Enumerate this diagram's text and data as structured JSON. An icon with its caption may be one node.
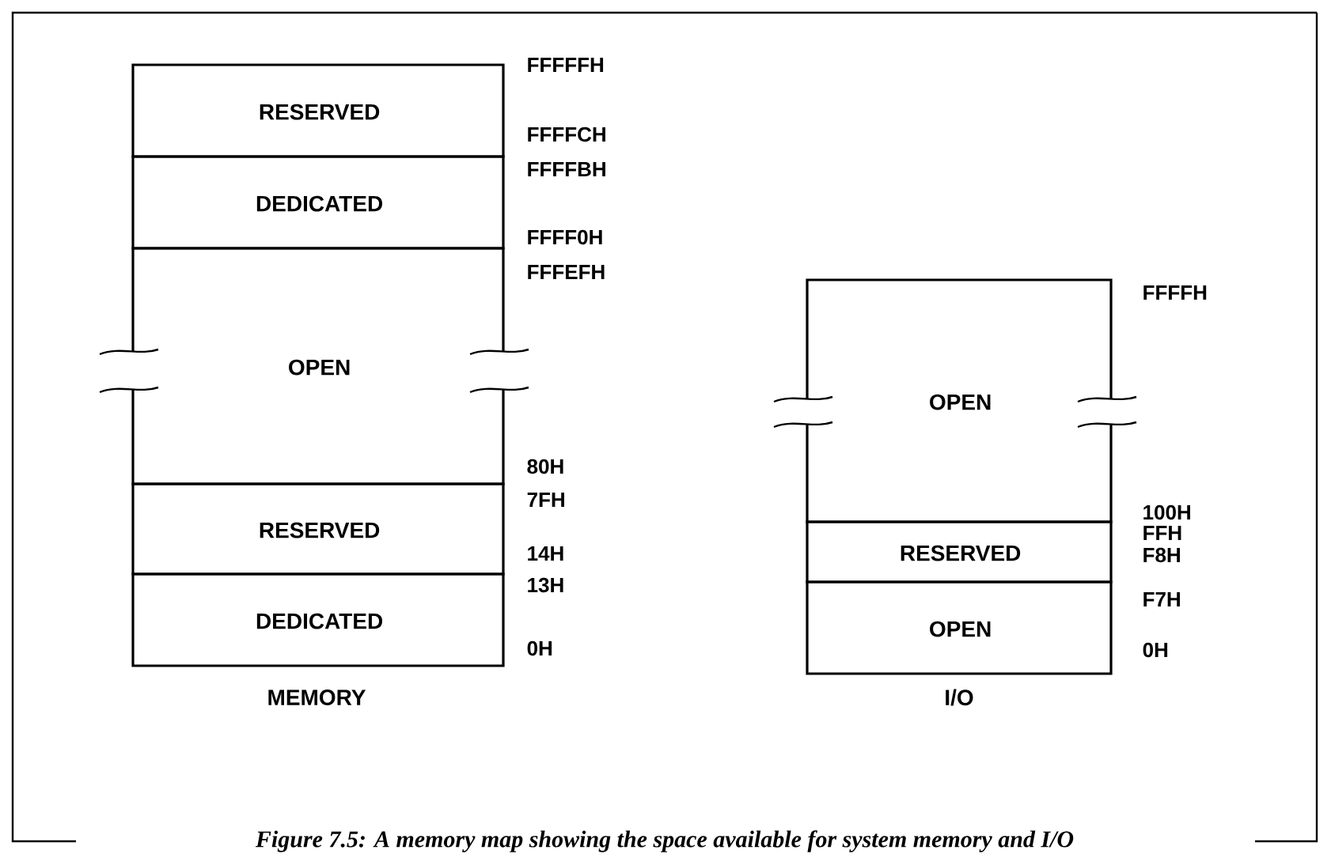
{
  "diagram": {
    "caption": "Figure 7.5: A memory map showing the space available for system memory and I/O",
    "nodes": [
      {
        "text": [
          "RESERVED"
        ]
      },
      {
        "text": [
          "DEDICATED"
        ]
      },
      {
        "text": [
          "OPEN"
        ]
      },
      {
        "text": [
          "RESERVED"
        ]
      },
      {
        "text": [
          "DEDICATED"
        ]
      },
      {
        "text": [
          "OPEN"
        ]
      },
      {
        "text": [
          "RESERVED"
        ]
      },
      {
        "text": [
          "OPEN"
        ]
      }
    ],
    "labels": [
      "FFFFFH",
      "FFFFCH",
      "FFFFBH",
      "FFFF0H",
      "FFFEFH",
      "80H",
      "7FH",
      "14H",
      "13H",
      "0H",
      "FFFFH",
      "100H",
      "FFH",
      "F8H",
      "F7H",
      "0H",
      "MEMORY",
      "I/O"
    ]
  }
}
